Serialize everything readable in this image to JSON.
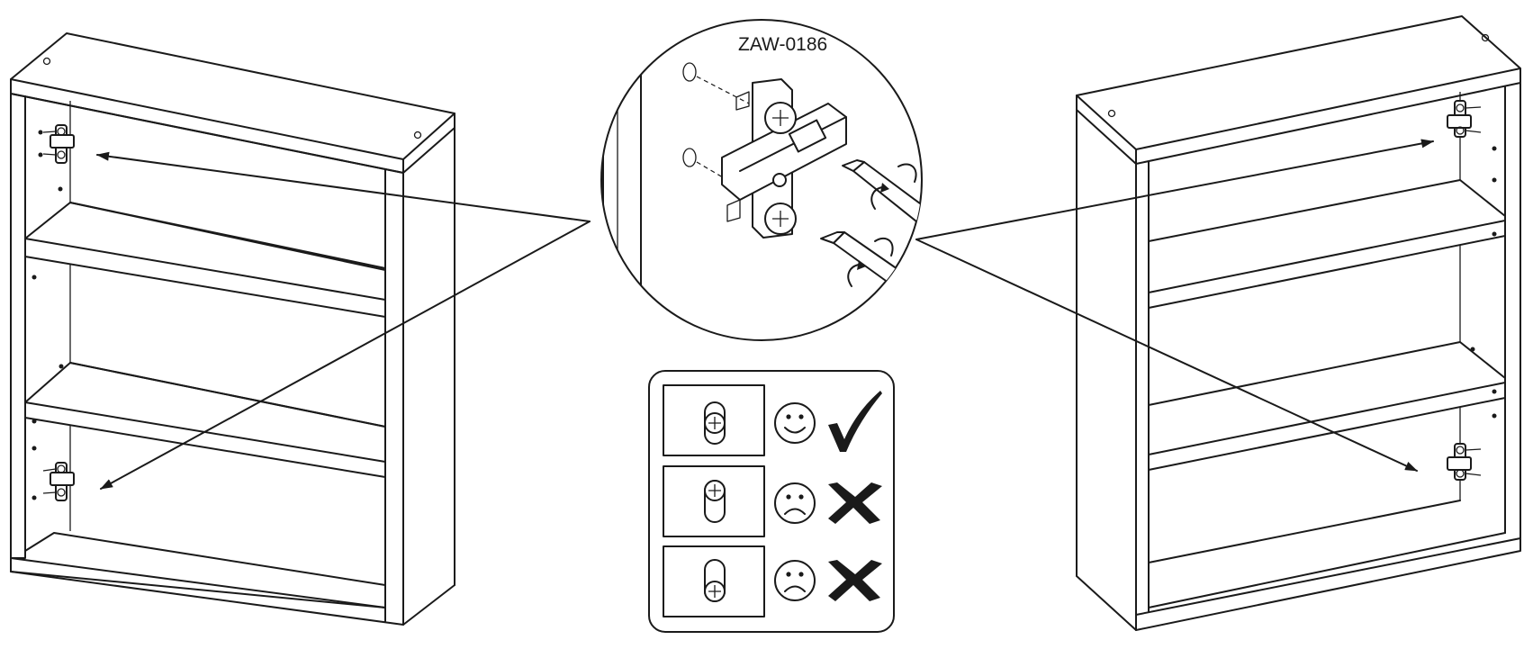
{
  "hinge_detail": {
    "part_code": "ZAW-0186"
  },
  "alignment_guide": {
    "rows": [
      {
        "screw_position": "centered",
        "face": "happy",
        "verdict": "correct"
      },
      {
        "screw_position": "top",
        "face": "sad",
        "verdict": "wrong"
      },
      {
        "screw_position": "bottom",
        "face": "sad",
        "verdict": "wrong"
      }
    ]
  },
  "icons": {
    "correct": "checkmark-icon",
    "wrong": "cross-icon",
    "happy": "smiley-happy-icon",
    "sad": "smiley-sad-icon",
    "screwdriver": "screwdriver-icon",
    "rotate": "rotate-arrow-icon"
  }
}
